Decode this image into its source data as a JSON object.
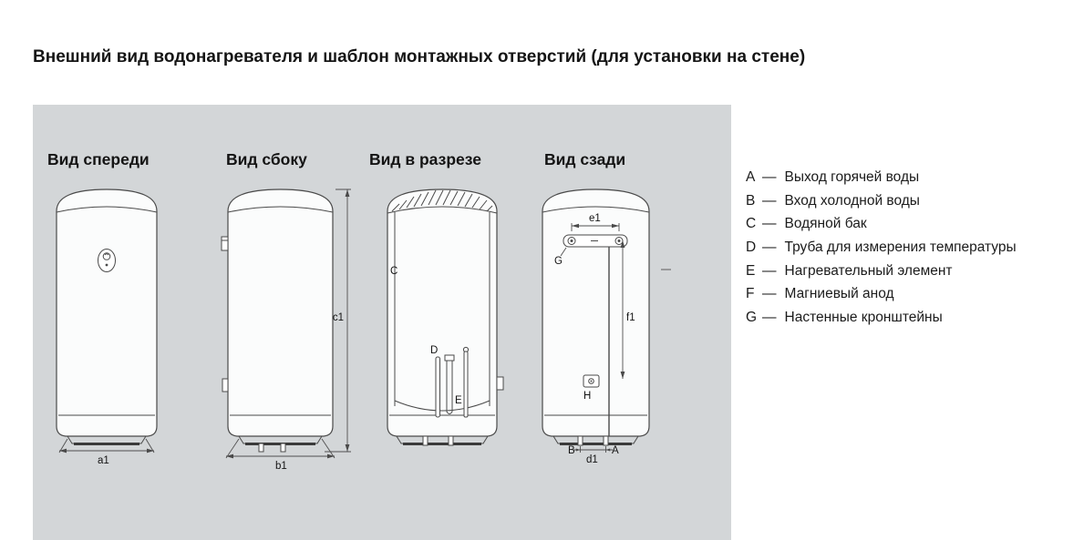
{
  "page": {
    "title": "Внешний вид водонагревателя и шаблон монтажных отверстий (для установки на стене)"
  },
  "views": {
    "front": {
      "label": "Вид спереди",
      "dim_width": "a1"
    },
    "side": {
      "label": "Вид сбоку",
      "dim_height": "c1",
      "dim_width": "b1"
    },
    "section": {
      "label": "Вид в разрезе",
      "part_tank": "C",
      "part_tube": "D",
      "part_element": "E"
    },
    "rear": {
      "label": "Вид сзади",
      "part_brackets": "G",
      "part_box": "H",
      "part_inlet": "B",
      "part_outlet": "A",
      "dim_bracket_holes": "e1",
      "dim_bracket_to_box": "f1",
      "dim_pipe_spacing": "d1"
    }
  },
  "legend": {
    "separator": "—",
    "items": [
      {
        "key": "A",
        "text": "Выход горячей воды"
      },
      {
        "key": "B",
        "text": "Вход холодной воды"
      },
      {
        "key": "C",
        "text": "Водяной бак"
      },
      {
        "key": "D",
        "text": "Труба для измерения температуры"
      },
      {
        "key": "E",
        "text": "Нагревательный элемент"
      },
      {
        "key": "F",
        "text": "Магниевый анод"
      },
      {
        "key": "G",
        "text": "Настенные кронштейны"
      }
    ]
  },
  "colors": {
    "panel_background": "#d3d6d8",
    "line": "#4a4a4a",
    "text": "#1a1a1a"
  }
}
